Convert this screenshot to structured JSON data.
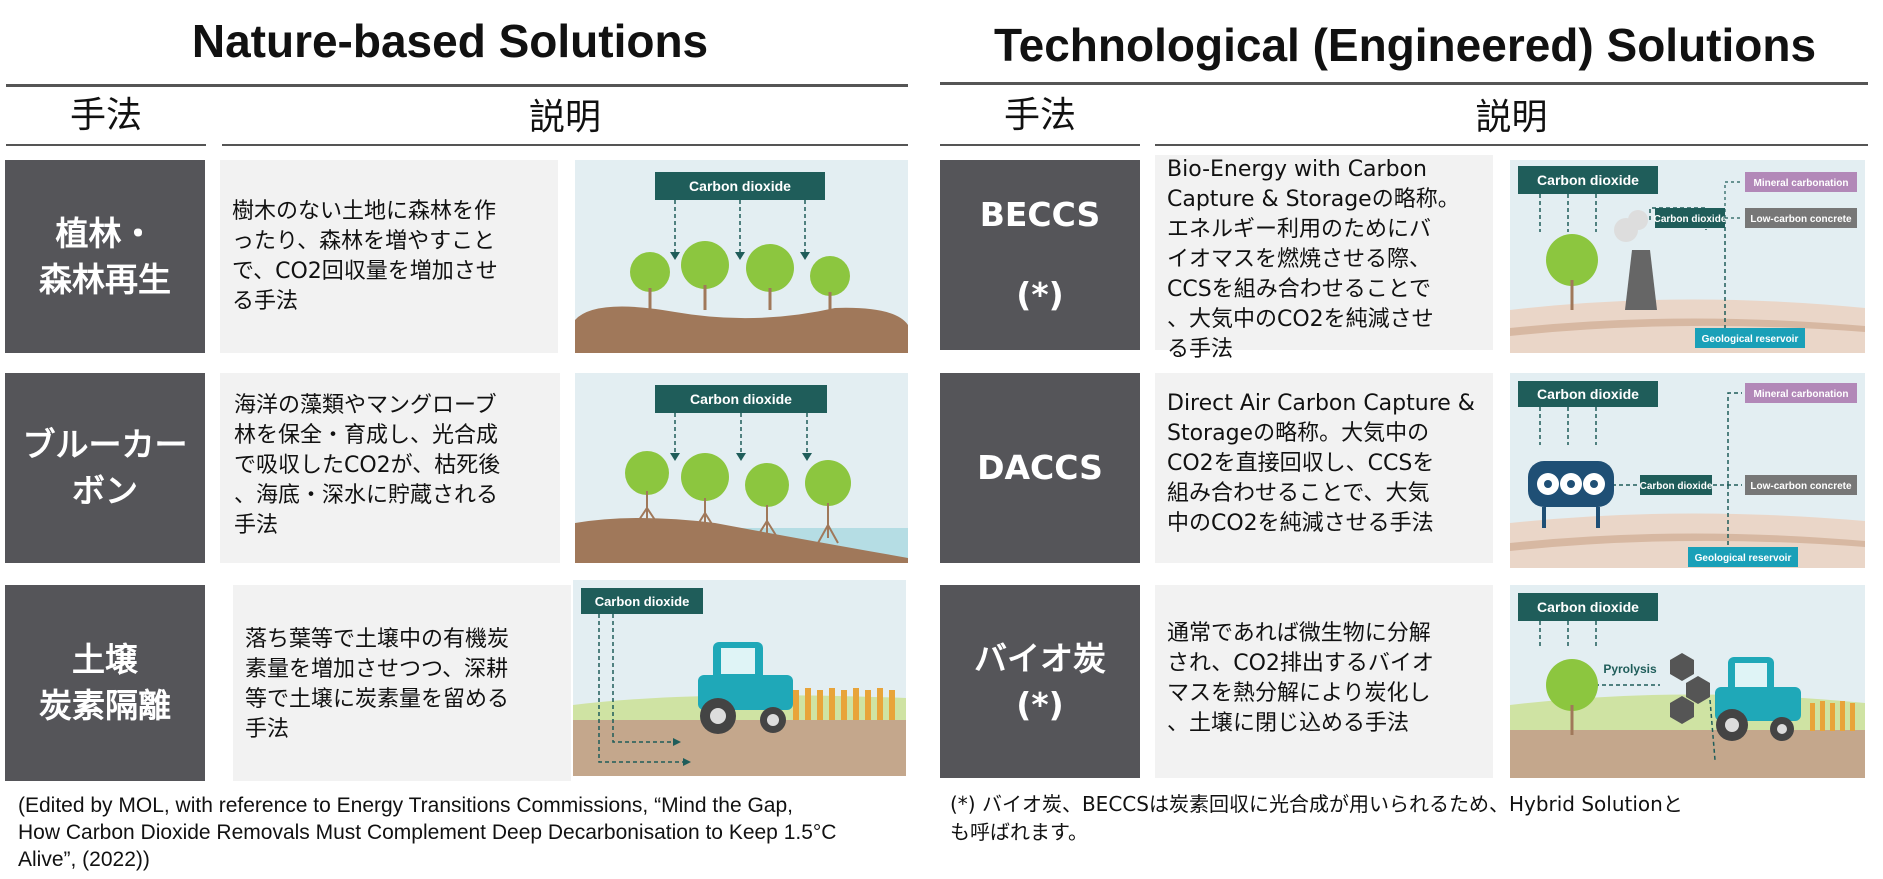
{
  "nature": {
    "title": "Nature-based Solutions",
    "col_method": "手法",
    "col_desc": "説明",
    "rows": [
      {
        "method": "植林・\n森林再生",
        "desc": "樹木のない土地に森林を作\nったり、森林を増やすこと\nで、CO2回収量を増加させ\nる手法",
        "co2_label": "Carbon dioxide"
      },
      {
        "method": "ブルーカー\nボン",
        "desc": "海洋の藻類やマングローブ\n林を保全・育成し、光合成\nで吸収したCO2が、枯死後\n、海底・深水に貯蔵される\n手法",
        "co2_label": "Carbon dioxide"
      },
      {
        "method": "土壌\n炭素隔離",
        "desc": "落ち葉等で土壌中の有機炭\n素量を増加させつつ、深耕\n等で土壌に炭素量を留める\n手法",
        "co2_label": "Carbon dioxide"
      }
    ]
  },
  "tech": {
    "title": "Technological (Engineered) Solutions",
    "col_method": "手法",
    "col_desc": "説明",
    "rows": [
      {
        "method": "BECCS\n\n(*)",
        "desc": "Bio-Energy with Carbon\nCapture & Storageの略称。\nエネルギー利用のためにバ\nイオマスを燃焼させる際、\nCCSを組み合わせることで\n、大気中のCO2を純減させ\nる手法",
        "co2_label": "Carbon dioxide",
        "mid_label": "Carbon dioxide",
        "mineral": "Mineral carbonation",
        "concrete": "Low-carbon concrete",
        "geo": "Geological reservoir"
      },
      {
        "method": "DACCS",
        "desc": "Direct Air Carbon Capture &\nStorageの略称。大気中の\nCO2を直接回収し、CCSを\n組み合わせることで、大気\n中のCO2を純減させる手法",
        "co2_label": "Carbon dioxide",
        "mid_label": "Carbon dioxide",
        "mineral": "Mineral carbonation",
        "concrete": "Low-carbon concrete",
        "geo": "Geological reservoir"
      },
      {
        "method": "バイオ炭\n(*)",
        "desc": "通常であれば微生物に分解\nされ、CO2排出するバイオ\nマスを熱分解により炭化し\n、土壌に閉じ込める手法",
        "co2_label": "Carbon dioxide",
        "pyro": "Pyrolysis"
      }
    ]
  },
  "footnotes": {
    "source": "(Edited by MOL, with reference to Energy Transitions Commissions, “Mind the Gap,\nHow Carbon Dioxide Removals Must Complement Deep Decarbonisation to Keep 1.5°C\nAlive”, (2022))",
    "hybrid": "(*) バイオ炭、BECCSは炭素回収に光合成が用いられるため、Hybrid Solutionと\nも呼ばれます。"
  },
  "colors": {
    "method_bg": "#555559",
    "desc_bg": "#f2f2f2",
    "co2_box": "#1f5d5a",
    "tree": "#8cc63f",
    "soil": "#a0785a",
    "water": "#b5dde4",
    "tractor": "#1fa8b8",
    "mineral": "#b288b8",
    "concrete": "#777777",
    "geo": "#1aa0b8"
  }
}
